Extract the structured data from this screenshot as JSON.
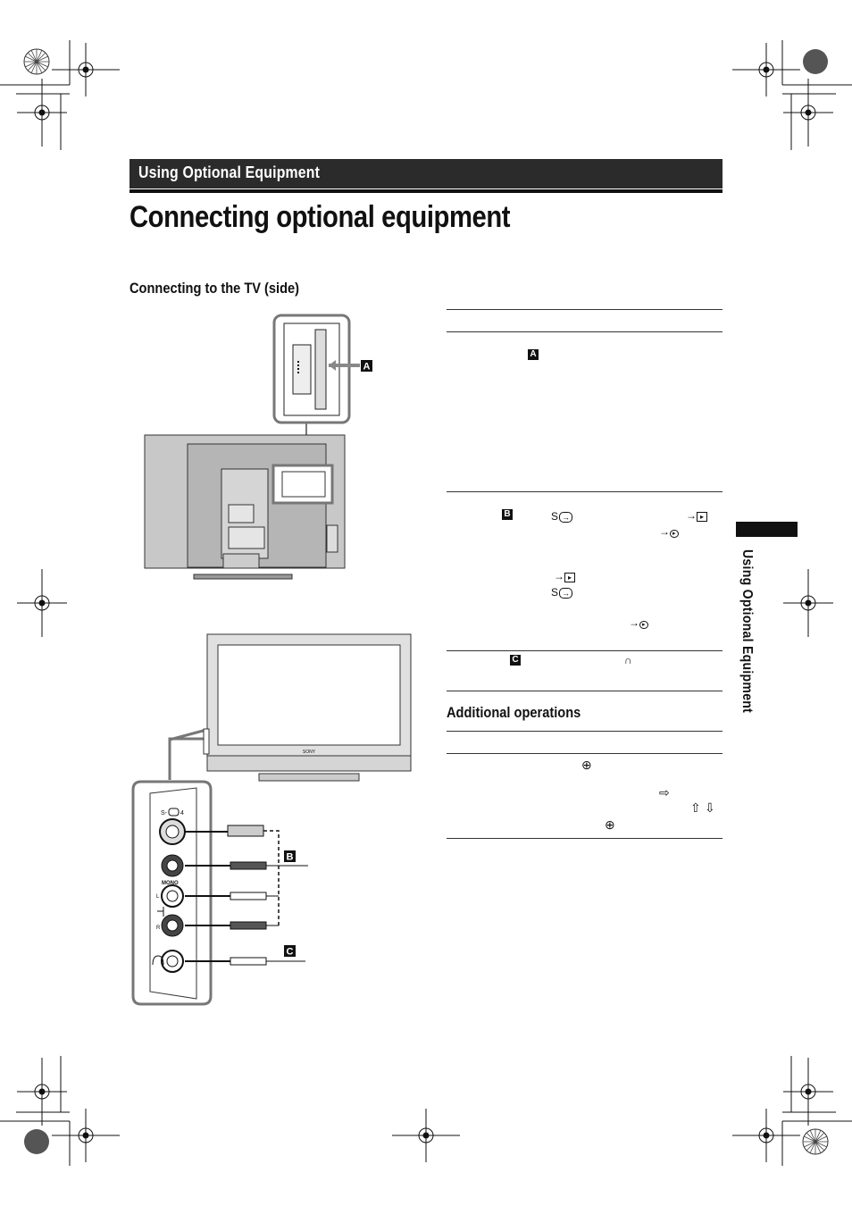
{
  "header": {
    "section_label": "Using Optional Equipment"
  },
  "page_title": "Connecting optional equipment",
  "left": {
    "subheading": "Connecting to the TV (side)"
  },
  "right": {
    "subheading": "Additional operations"
  },
  "side_tab": {
    "label": "Using Optional Equipment"
  },
  "badges": {
    "a": "A",
    "b": "B",
    "c": "C"
  },
  "diagram": {
    "jack_svideo": "S-",
    "jack_svideo_num": "4",
    "jack_mono": "MONO",
    "jack_l": "L",
    "jack_r": "R",
    "brand": "SONY"
  },
  "icons": {
    "s_video": "S",
    "input": "→",
    "headphones": "∩",
    "ok": "⊕",
    "arrow_right": "⇨",
    "arrow_up": "⇧",
    "arrow_down": "⇩"
  }
}
